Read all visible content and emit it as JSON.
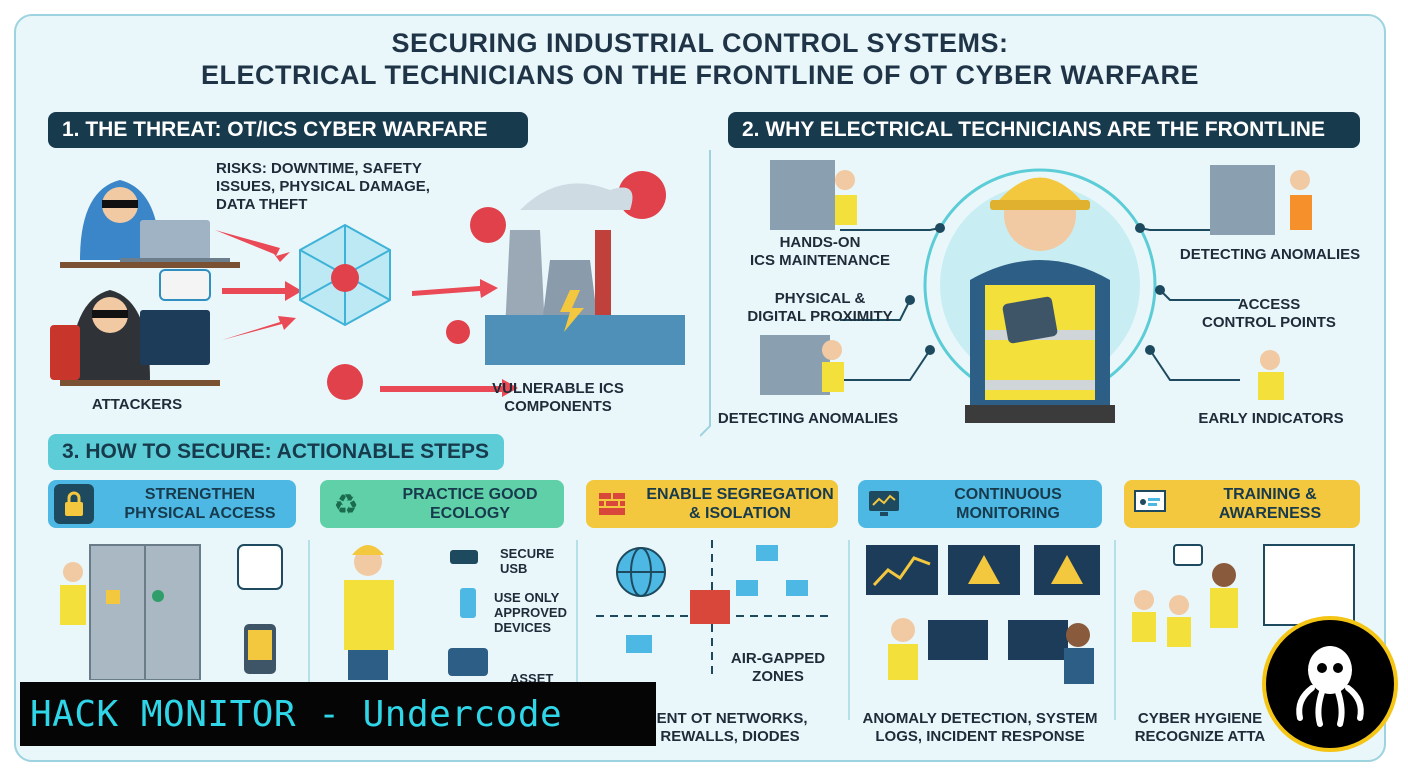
{
  "title": {
    "line1": "SECURING INDUSTRIAL CONTROL SYSTEMS:",
    "line2": "ELECTRICAL TECHNICIANS ON THE FRONTLINE OF OT CYBER WARFARE"
  },
  "section1": {
    "header": "1. THE THREAT: OT/ICS CYBER WARFARE",
    "risks": [
      "RISKS: DOWNTIME, SAFETY",
      "ISSUES, PHYSICAL DAMAGE,",
      "DATA THEFT"
    ],
    "attackers": "ATTACKERS",
    "components": [
      "VULNERABLE ICS",
      "COMPONENTS"
    ]
  },
  "section2": {
    "header": "2. WHY ELECTRICAL TECHNICIANS ARE THE FRONTLINE",
    "hands_on": [
      "HANDS-ON",
      "ICS MAINTENANCE"
    ],
    "proximity": [
      "PHYSICAL &",
      "DIGITAL PROXIMITY"
    ],
    "detecting_left": "DETECTING ANOMALIES",
    "detecting_right": "DETECTING ANOMALIES",
    "access": [
      "ACCESS",
      "CONTROL POINTS"
    ],
    "early": "EARLY INDICATORS"
  },
  "section3": {
    "header": "3. HOW TO SECURE: ACTIONABLE STEPS",
    "steps": [
      {
        "title": [
          "STRENGTHEN",
          "PHYSICAL ACCESS"
        ],
        "color": "#4db8e3",
        "icon": "padlock-icon"
      },
      {
        "title": [
          "PRACTICE GOOD",
          "ECOLOGY"
        ],
        "color": "#5fd0a8",
        "icon": "recycle-icon"
      },
      {
        "title": [
          "ENABLE SEGREGATION",
          "& ISOLATION"
        ],
        "color": "#f3c73e",
        "icon": "firewall-icon"
      },
      {
        "title": [
          "CONTINUOUS",
          "MONITORING"
        ],
        "color": "#4db8e3",
        "icon": "monitor-icon"
      },
      {
        "title": [
          "TRAINING &",
          "AWARENESS"
        ],
        "color": "#f3c73e",
        "icon": "presentation-icon"
      }
    ],
    "usb": [
      "SECURE",
      "USB"
    ],
    "approved": [
      "USE ONLY",
      "APPROVED",
      "DEVICES"
    ],
    "asset": "ASSET",
    "airgap": [
      "AIR-GAPPED",
      "ZONES"
    ],
    "segment": [
      "IENT OT NETWORKS,",
      "REWALLS, DIODES"
    ],
    "anomaly": [
      "ANOMALY DETECTION, SYSTEM",
      "LOGS, INCIDENT RESPONSE"
    ],
    "hygiene": [
      "CYBER HYGIENE",
      "RECOGNIZE ATTA"
    ]
  },
  "watermark": "HACK MONITOR - Undercode"
}
